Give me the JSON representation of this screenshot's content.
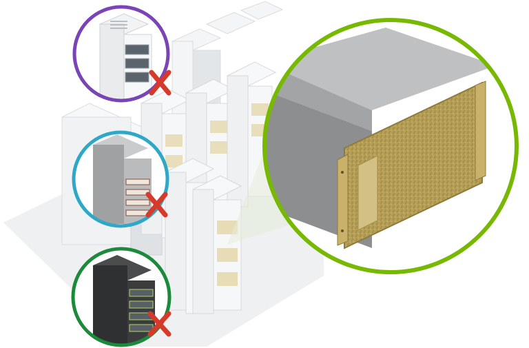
{
  "colors": {
    "background": "#ffffff",
    "floor": "#eef0f2",
    "rack_light": "#f4f5f6",
    "rack_shade": "#d9dcdf",
    "rack_gold_panel": "#e8dcb6",
    "circle_purple": "#7a43b6",
    "circle_blue": "#2fa8c8",
    "circle_green": "#1b8a3a",
    "circle_lime": "#76b900",
    "cross_red": "#d63a2a",
    "server_gray": "#a7a8aa",
    "server_gold": "#b9a15a"
  },
  "icons": {
    "crossed_options": [
      {
        "name": "white-server-rack-icon",
        "ring": "purple",
        "marked": "rejected"
      },
      {
        "name": "gray-server-rack-icon",
        "ring": "blue",
        "marked": "rejected"
      },
      {
        "name": "black-server-rack-icon",
        "ring": "green",
        "marked": "rejected"
      }
    ],
    "highlight": {
      "name": "gold-server-module-icon",
      "ring": "lime"
    }
  }
}
